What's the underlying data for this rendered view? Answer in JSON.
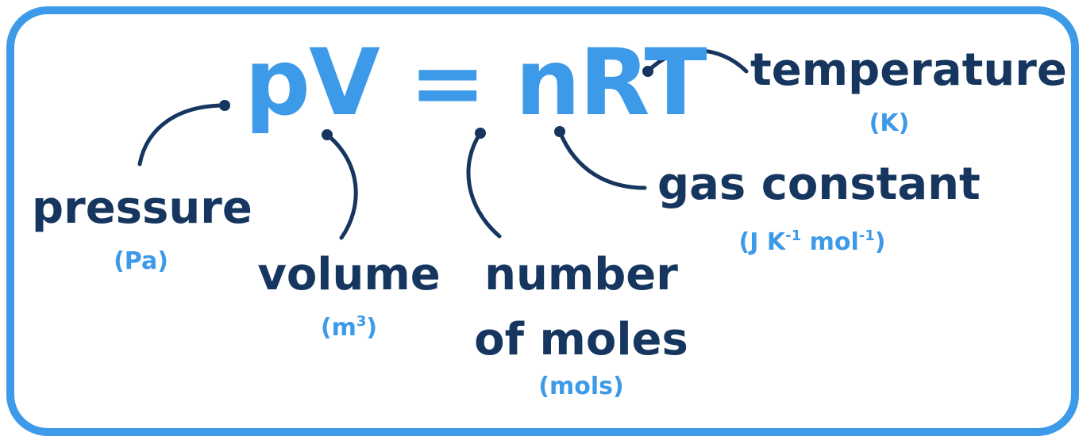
{
  "equation": {
    "lhs": "pV",
    "equals": "=",
    "rhs": "nRT"
  },
  "terms": {
    "pressure": {
      "label": "pressure",
      "unit": "(Pa)"
    },
    "volume": {
      "label": "volume",
      "unit_base": "(m",
      "unit_exp": "3",
      "unit_close": ")"
    },
    "moles": {
      "label_line1": "number",
      "label_line2": "of moles",
      "unit": "(mols)"
    },
    "gas_constant": {
      "label": "gas constant",
      "unit_part1": "(J K",
      "unit_exp1": "-1",
      "unit_part2": " mol",
      "unit_exp2": "-1",
      "unit_close": ")"
    },
    "temperature": {
      "label": "temperature",
      "unit": "(K)"
    }
  },
  "colors": {
    "frame": "#3d9ae8",
    "equation": "#3d9ae8",
    "label": "#16365f",
    "unit": "#3d9ae8",
    "connector": "#16365f"
  }
}
